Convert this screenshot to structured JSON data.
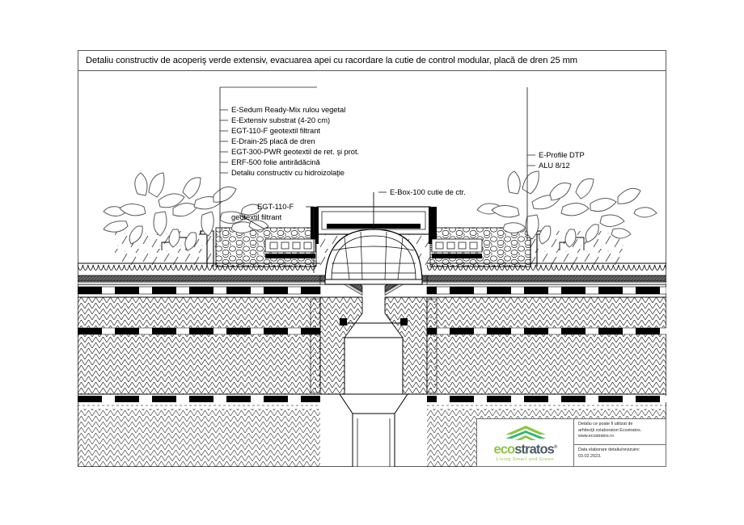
{
  "document": {
    "title": "Detaliu constructiv de acoperiş verde extensiv, evacuarea apei cu racordare la cutie de control modular, placă de dren 25 mm"
  },
  "annotations": {
    "layer_stack": [
      "E-Sedum Ready-Mix rulou vegetal",
      "E-Extensiv substrat (4-20 cm)",
      "EGT-110-F geotextil filtrant",
      "E-Drain-25 placă de dren",
      "EGT-300-PWR geotextil de ret. şi prot.",
      "ERF-500 folie antirădăcină",
      "Detaliu constructiv cu hidroizolaţie"
    ],
    "right_stack": [
      "E-Profile DTP",
      "ALU 8/12"
    ],
    "center_callout": "E-Box-100 cutie de ctr.",
    "left_callout": {
      "line1": "EGT-110-F",
      "line2": "geotextil filtrant"
    }
  },
  "title_block": {
    "logo": {
      "word_part1": "eco",
      "word_part2": "stratos",
      "registered": "®",
      "tagline": "Living Smart and Green"
    },
    "note_lines": [
      "Detaliu ce poate fi utilizat de",
      "arhitecţii colaboratori Ecostratos.",
      "www.ecostratos.ro"
    ],
    "revision_lines": [
      "Data elaborare detaliu/revizuire:",
      "03.02.2023."
    ]
  },
  "colors": {
    "frame": "#58595b",
    "logo_green": "#8cc63f",
    "logo_dark": "#4d5b66",
    "ink": "#000000"
  }
}
